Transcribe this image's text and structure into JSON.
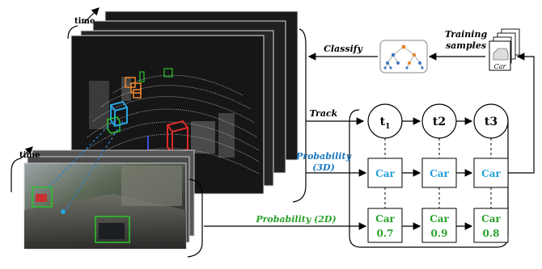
{
  "labels": {
    "time_3d": "time",
    "time_2d": "time",
    "track": "Track",
    "classify": "Classify",
    "training_line1": "Training",
    "training_line2": "samples",
    "sample_card": "Car",
    "prob3d_line1": "Probability",
    "prob3d_line2": "(3D)",
    "prob2d": "Probability (2D)"
  },
  "time_steps": [
    {
      "label": "t",
      "sub": "1",
      "car3d": "Car",
      "car2d": "Car",
      "p2d": "0.7"
    },
    {
      "label": "t2",
      "sub": "",
      "car3d": "Car",
      "car2d": "Car",
      "p2d": "0.9"
    },
    {
      "label": "t3",
      "sub": "",
      "car3d": "Car",
      "car2d": "Car",
      "p2d": "0.8"
    }
  ],
  "colors": {
    "blue_text": "#1f9fd8",
    "green_text": "#2aa12a",
    "prob3d_label": "#1a78c2",
    "prob2d_label": "#2aa12a",
    "tree_nodes": "#3b78c2",
    "tree_orange": "#e8832a"
  }
}
